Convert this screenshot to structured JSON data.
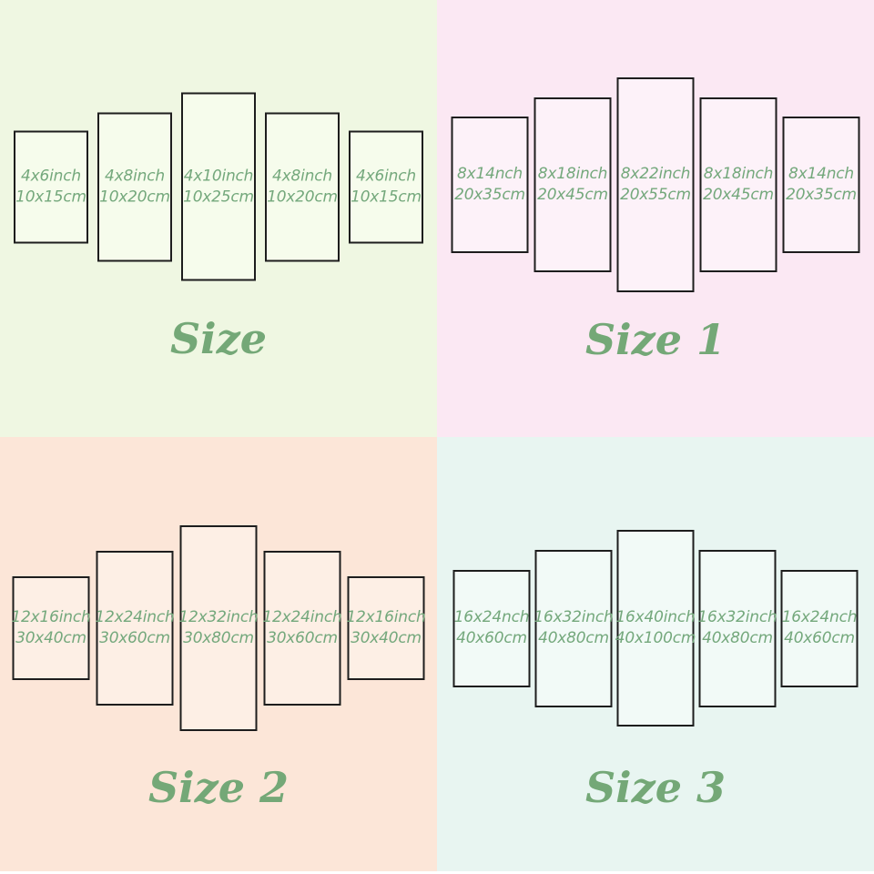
{
  "colors": {
    "border": "#1d1d1d",
    "label_green": "#74a87c",
    "title_green": "#74a877",
    "bg_top_left": "#eff7e2",
    "bg_top_right": "#fbe8f3",
    "bg_bottom_left": "#fce6d8",
    "bg_bottom_right": "#e8f5f1"
  },
  "quadrants": [
    {
      "title": "Size",
      "panels": [
        {
          "inch": "4x6inch",
          "cm": "10x15cm"
        },
        {
          "inch": "4x8inch",
          "cm": "10x20cm"
        },
        {
          "inch": "4x10inch",
          "cm": "10x25cm"
        },
        {
          "inch": "4x8inch",
          "cm": "10x20cm"
        },
        {
          "inch": "4x6inch",
          "cm": "10x15cm"
        }
      ]
    },
    {
      "title": "Size 1",
      "panels": [
        {
          "inch": "8x14nch",
          "cm": "20x35cm"
        },
        {
          "inch": "8x18inch",
          "cm": "20x45cm"
        },
        {
          "inch": "8x22inch",
          "cm": "20x55cm"
        },
        {
          "inch": "8x18inch",
          "cm": "20x45cm"
        },
        {
          "inch": "8x14nch",
          "cm": "20x35cm"
        }
      ]
    },
    {
      "title": "Size 2",
      "panels": [
        {
          "inch": "12x16inch",
          "cm": "30x40cm"
        },
        {
          "inch": "12x24inch",
          "cm": "30x60cm"
        },
        {
          "inch": "12x32inch",
          "cm": "30x80cm"
        },
        {
          "inch": "12x24inch",
          "cm": "30x60cm"
        },
        {
          "inch": "12x16inch",
          "cm": "30x40cm"
        }
      ]
    },
    {
      "title": "Size 3",
      "panels": [
        {
          "inch": "16x24nch",
          "cm": "40x60cm"
        },
        {
          "inch": "16x32inch",
          "cm": "40x80cm"
        },
        {
          "inch": "16x40inch",
          "cm": "40x100cm"
        },
        {
          "inch": "16x32inch",
          "cm": "40x80cm"
        },
        {
          "inch": "16x24nch",
          "cm": "40x60cm"
        }
      ]
    }
  ]
}
